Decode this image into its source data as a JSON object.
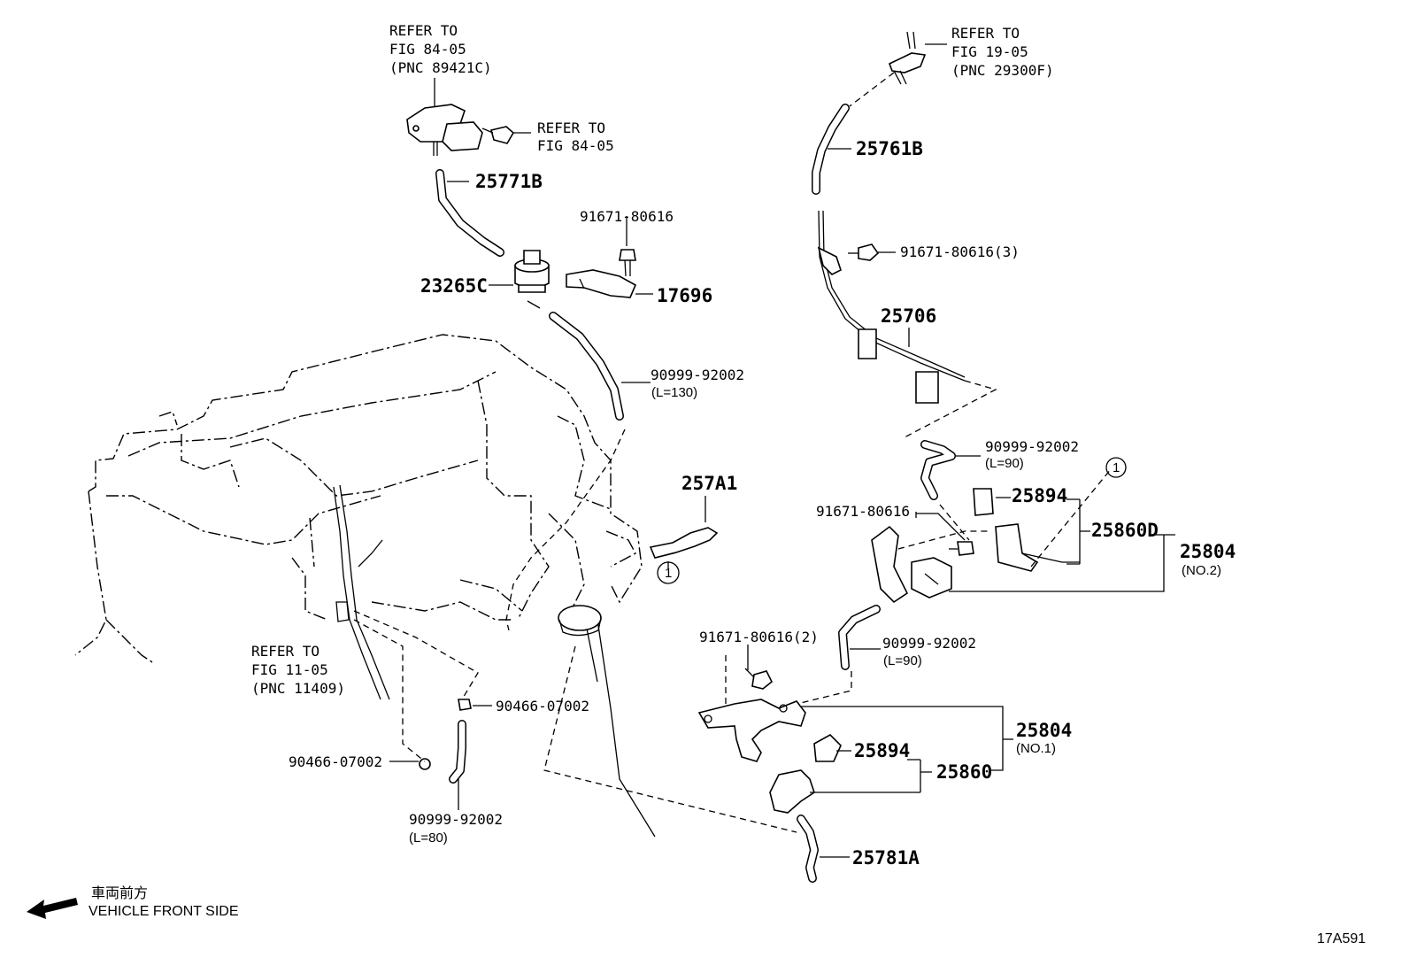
{
  "refs": {
    "fig84_top": [
      "REFER TO",
      "FIG 84-05",
      "(PNC 89421C)"
    ],
    "fig84_bolt": [
      "REFER TO",
      "FIG 84-05"
    ],
    "fig19": [
      "REFER TO",
      "FIG 19-05",
      "(PNC 29300F)"
    ],
    "fig11": [
      "REFER TO",
      "FIG 11-05",
      "(PNC 11409)"
    ]
  },
  "parts": {
    "p25771B": "25771B",
    "p91671_a": "91671-80616",
    "p23265C": "23265C",
    "p17696": "17696",
    "p90999_130": "90999-92002",
    "p90999_130_len": "(L=130)",
    "p257A1": "257A1",
    "p25761B": "25761B",
    "p91671_3": "91671-80616(3)",
    "p25706": "25706",
    "p90999_90a": "90999-92002",
    "p90999_90a_len": "(L=90)",
    "p91671_b": "91671-80616",
    "p25894_a": "25894",
    "p25860D": "25860D",
    "p25804_no2": "25804",
    "p25804_no2_sub": "(NO.2)",
    "p91671_2": "91671-80616(2)",
    "p90999_90b": "90999-92002",
    "p90999_90b_len": "(L=90)",
    "p25804_no1": "25804",
    "p25804_no1_sub": "(NO.1)",
    "p25894_b": "25894",
    "p25860": "25860",
    "p90466_a": "90466-07002",
    "p90466_b": "90466-07002",
    "p90999_80": "90999-92002",
    "p90999_80_len": "(L=80)",
    "p25781A": "25781A"
  },
  "callouts": {
    "c1_left": "1",
    "c1_right": "1"
  },
  "footer": {
    "direction_jp": "車両前方",
    "direction_en": "VEHICLE FRONT SIDE",
    "code": "17A591"
  }
}
